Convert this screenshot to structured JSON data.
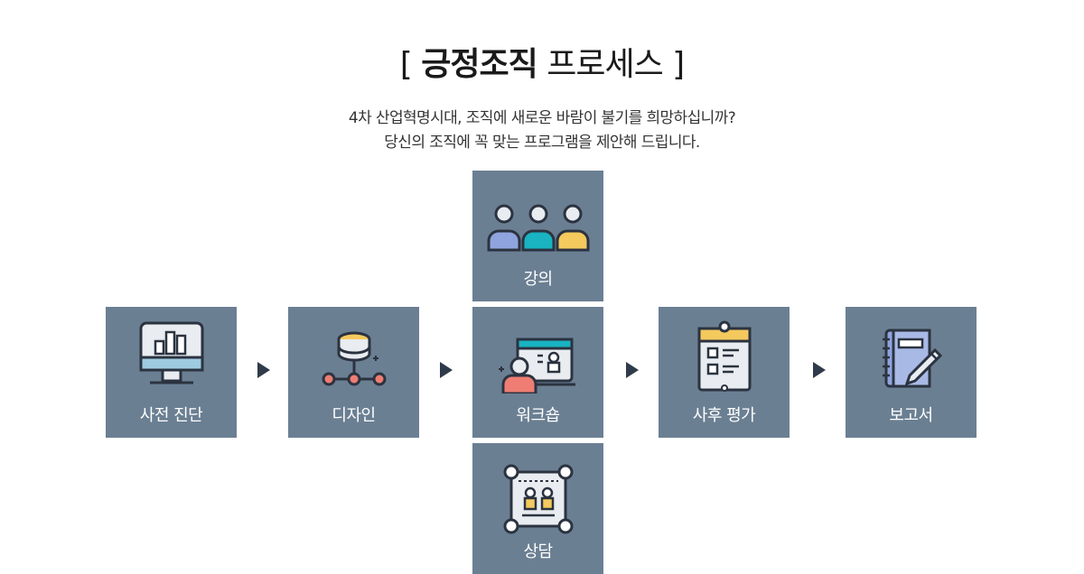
{
  "title": {
    "bracket_open": "[",
    "bold": "긍정조직",
    "light": "프로세스",
    "bracket_close": "]"
  },
  "subtitle": {
    "line1": "4차 산업혁명시대, 조직에 새로운 바람이 불기를 희망하십니까?",
    "line2": "당신의 조직에 꼭 맞는 프로그램을 제안해 드립니다."
  },
  "steps": [
    {
      "label": "사전 진단",
      "icon": "monitor-chart-icon"
    },
    {
      "label": "디자인",
      "icon": "database-network-icon"
    },
    {
      "label": "강의",
      "icon": "people-group-icon"
    },
    {
      "label": "워크숍",
      "icon": "presentation-board-icon"
    },
    {
      "label": "상담",
      "icon": "consulting-frame-icon"
    },
    {
      "label": "사후 평가",
      "icon": "clipboard-checklist-icon"
    },
    {
      "label": "보고서",
      "icon": "notebook-pen-icon"
    }
  ],
  "colors": {
    "box": "#6b7f93",
    "arrow": "#2f3b4a",
    "outline": "#2b3340",
    "accent_blue": "#8fa4de",
    "accent_teal": "#19b3c1",
    "accent_yellow": "#f4c95d",
    "accent_red": "#ef7d73"
  }
}
